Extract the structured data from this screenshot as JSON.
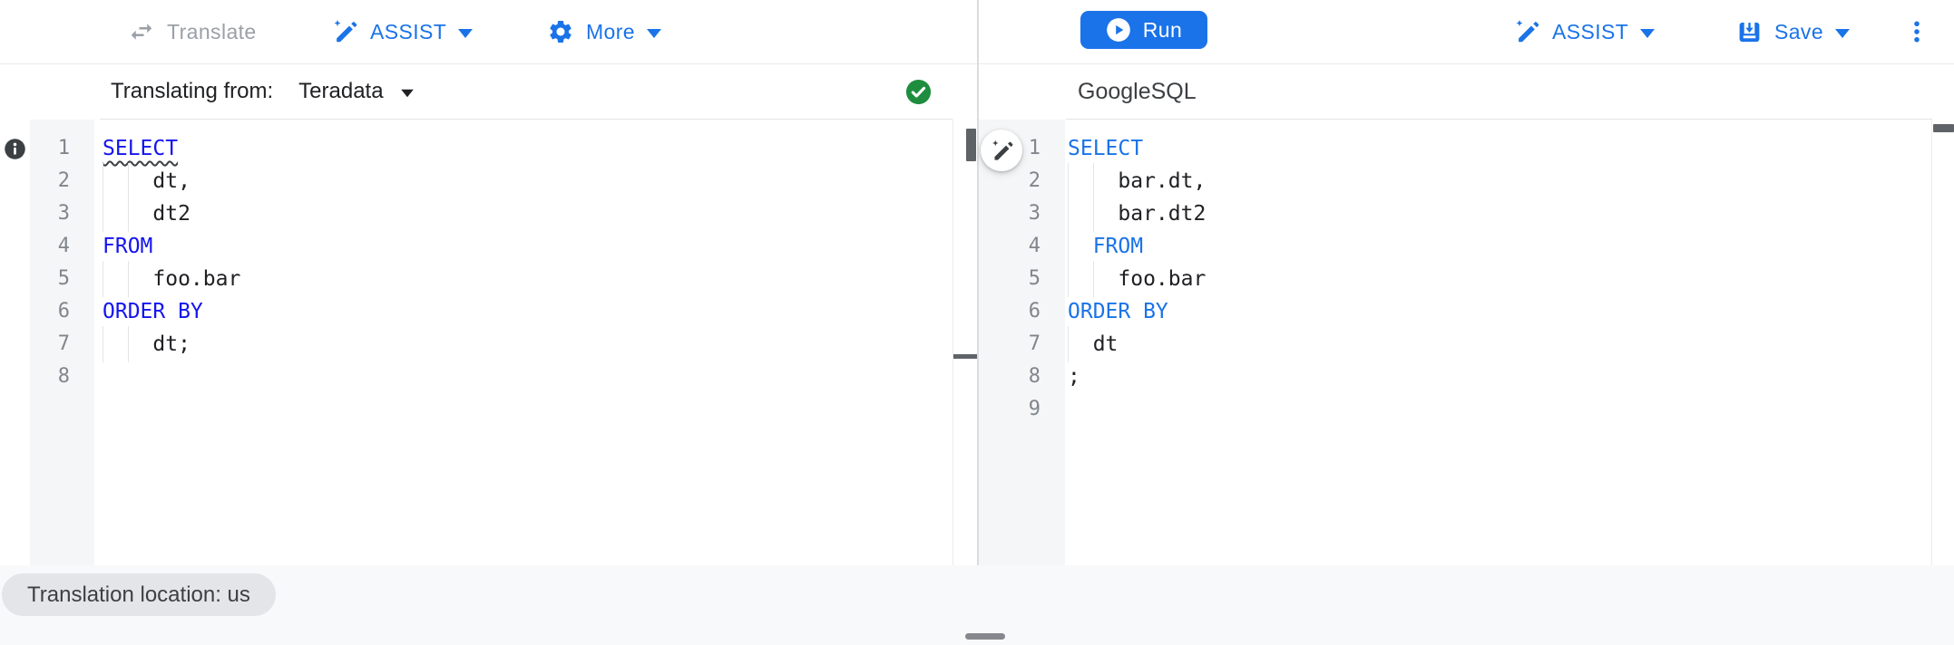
{
  "colors": {
    "accent": "#1a73e8",
    "keyword_left": "#1414f0",
    "keyword_right": "#1a73e8",
    "code_text": "#202124",
    "text": "#202124",
    "line_number": "#80868b",
    "gutter_bg": "#f5f6f7",
    "page_bg": "#f8f9fa",
    "border": "#dadce0",
    "muted": "#9aa0a6",
    "thumb": "#5f6368",
    "success": "#1e8e3e",
    "pill_bg": "#e4e5e8",
    "pill_text": "#3c4043",
    "squiggle": "#3c4043",
    "icon_dark": "#3c4043"
  },
  "toolbar": {
    "translate_label": "Translate",
    "assist_label": "ASSIST",
    "more_label": "More",
    "run_label": "Run",
    "assist_right_label": "ASSIST",
    "save_label": "Save"
  },
  "left_pane": {
    "header_prefix": "Translating from:",
    "dialect": "Teradata",
    "lines": [
      {
        "num": "1",
        "tokens": [
          {
            "t": "SELECT",
            "c": "kw",
            "sq": true
          }
        ],
        "guides": []
      },
      {
        "num": "2",
        "tokens": [
          {
            "t": "    dt,"
          }
        ],
        "guides": [
          0,
          2
        ]
      },
      {
        "num": "3",
        "tokens": [
          {
            "t": "    dt2"
          }
        ],
        "guides": [
          0,
          2
        ]
      },
      {
        "num": "4",
        "tokens": [
          {
            "t": "FROM",
            "c": "kw"
          }
        ],
        "guides": []
      },
      {
        "num": "5",
        "tokens": [
          {
            "t": "    foo.bar"
          }
        ],
        "guides": [
          0,
          2
        ]
      },
      {
        "num": "6",
        "tokens": [
          {
            "t": "ORDER BY",
            "c": "kw"
          }
        ],
        "guides": []
      },
      {
        "num": "7",
        "tokens": [
          {
            "t": "    dt;"
          }
        ],
        "guides": [
          0,
          2
        ]
      },
      {
        "num": "8",
        "tokens": [],
        "guides": []
      }
    ]
  },
  "right_pane": {
    "header": "GoogleSQL",
    "lines": [
      {
        "num": "1",
        "tokens": [
          {
            "t": "SELECT",
            "c": "kw"
          }
        ],
        "guides": []
      },
      {
        "num": "2",
        "tokens": [
          {
            "t": "    bar.dt,"
          }
        ],
        "guides": [
          0,
          2
        ]
      },
      {
        "num": "3",
        "tokens": [
          {
            "t": "    bar.dt2"
          }
        ],
        "guides": [
          0,
          2
        ]
      },
      {
        "num": "4",
        "tokens": [
          {
            "t": "  "
          },
          {
            "t": "FROM",
            "c": "kw"
          }
        ],
        "guides": [
          0
        ]
      },
      {
        "num": "5",
        "tokens": [
          {
            "t": "    foo.bar"
          }
        ],
        "guides": [
          0,
          2
        ]
      },
      {
        "num": "6",
        "tokens": [
          {
            "t": "ORDER BY",
            "c": "kw"
          }
        ],
        "guides": []
      },
      {
        "num": "7",
        "tokens": [
          {
            "t": "  dt"
          }
        ],
        "guides": [
          0
        ]
      },
      {
        "num": "8",
        "tokens": [
          {
            "t": ";"
          }
        ],
        "guides": []
      },
      {
        "num": "9",
        "tokens": [],
        "guides": []
      }
    ]
  },
  "footer": {
    "location_pill": "Translation location: us"
  },
  "icons": {
    "translate": "swap-horizontal-icon",
    "assist": "magic-pen-icon",
    "more": "gear-icon",
    "run": "play-circle-icon",
    "save": "save-download-icon",
    "overflow": "kebab-menu-icon",
    "source_status": "check-circle-icon",
    "annotation": "info-icon",
    "assist_fab": "magic-pen-icon",
    "dropdown": "chevron-down-icon"
  }
}
